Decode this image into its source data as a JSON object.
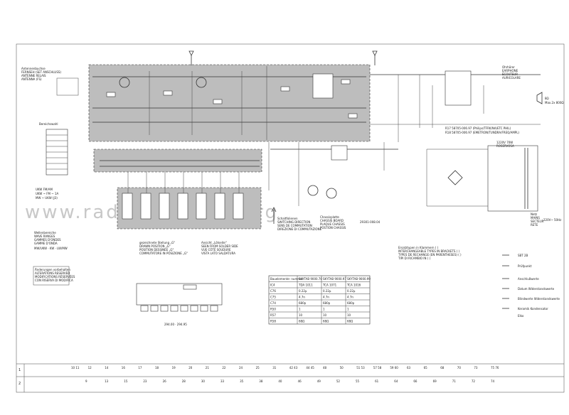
{
  "watermark": "www.radiomuseum.org",
  "labels": {
    "antenna_block": [
      "Antennenbuchse",
      "FERNSEH (SET ANSCHLUSS)",
      "ANTENNE RELAIS",
      "ANTENNA (FS)"
    ],
    "band_switch_title": "Bereichswahl",
    "band_switch_values": [
      "UKW FM/AM",
      "UKW ~ FM ~ 1A",
      "MW ~ UKW (J3)"
    ],
    "range_selector": [
      "Wellenbereiche",
      "WAVE RANGES",
      "GAMMES D'ONDES",
      "GAMME D'ONDA",
      "MW/UKW · KW · LW/MW"
    ],
    "press_state": [
      "gezeichnete Stellung „G\"",
      "DRAWN POSITION „G\"",
      "POSITION DESSINÉE „G\"",
      "COMMUTATORE IN POSIZIONE „G\""
    ],
    "pushbutton_view": [
      "Ansicht „Lötseite\"",
      "SEEN FROM SOLDER SIDE",
      "VUE CÔTÉ SOUDURE",
      "VISTA LATO SALDATURA"
    ],
    "switch_key": [
      "Schaltfolienen",
      "SWITCHING DIRECTION",
      "SENS DE COMMUTATION",
      "DIREZIONE DI COMMUTAZIONE"
    ],
    "printed_board": [
      "Chassisplatte",
      "CHASSIS BOARD",
      "PLAQUE CHASSIS",
      "POSTION CHASSIS"
    ],
    "board_code": "29301-008.04",
    "speaker": [
      "Ohrhörer",
      "EARPHONE",
      "ÉCOUTEUR",
      "AURICOLARE"
    ],
    "speaker_value": "8Ω",
    "loudspeaker": "Max.2x 800Ω",
    "pack_note": [
      "R17  58705-006.97 (Philips/TFRK/NA/ETC PHIL)",
      "R18  58705-006.97 (EMETRON/TUNDRA/FREQ/AMPL)"
    ],
    "power_block": [
      "Netz",
      "MAINS",
      "SECTEUR",
      "RETE"
    ],
    "power_value": "220V~ 50Hz",
    "transformer_top": [
      "1220V 70W",
      "ROSERVOSA"
    ],
    "replacement_note": [
      "Ersatztypen in Klammern ( )",
      "INTERCHANGEABLE TYPES IN BRACKETS ( )",
      "TYPES DE RECHANGE (EN PARENTHESES) ( )",
      "TIPI DI RICAMBIO IN ( )"
    ],
    "revision_box": [
      "Änderungen vorbehalten",
      "ALTERATIONS RESERVED",
      "MODIFICATIONS RÉSERVÉES",
      "CON RISERVA DI MODIFICA"
    ],
    "bottom_connector_code": "294.00 · 294.95",
    "legend_title": "SBT 2B",
    "legend_items": [
      "Prüfpunkt",
      "Anschlußwerte",
      "Datum Widerstandswerte",
      "Blindwerte Widerstandswerte",
      "Keramik Kondensator"
    ],
    "legend_rc": "Elko"
  },
  "component_table": {
    "headers": [
      "Bauelemente-\nnummer",
      "SKYTAB 9000.70",
      "SKYTAB 9000.97",
      "SKYTAB 9000.99"
    ],
    "rows": [
      [
        "IC4",
        "TDA 1011",
        "TCA 1071",
        "TCA 1016"
      ],
      [
        "C76",
        "0.22μ",
        "0.22μ",
        "0.22μ"
      ],
      [
        "C75",
        "4.7n",
        "4.7n",
        "4.7n"
      ],
      [
        "C74",
        "680p",
        "680p",
        "680p"
      ],
      [
        "R50",
        "1",
        "1",
        "1"
      ],
      [
        "R57",
        "10",
        "10",
        "10"
      ],
      [
        "R58",
        "68Ω",
        "68Ω",
        "68Ω"
      ]
    ]
  },
  "ruler": {
    "rows": [
      "1",
      "2"
    ],
    "top_numbers": [
      "10 11",
      "12",
      "14",
      "16",
      "17",
      "18",
      "19",
      "20",
      "21",
      "22",
      "24",
      "25",
      "31",
      "42 43",
      "44 45",
      "48",
      "50",
      "51 53",
      "57 58",
      "59 60",
      "63",
      "65",
      "68",
      "70",
      "73",
      "75 76"
    ],
    "bottom_numbers": [
      "9",
      "13",
      "15",
      "23",
      "26",
      "28",
      "30",
      "33",
      "35",
      "38",
      "40",
      "46",
      "49",
      "52",
      "55",
      "61",
      "64",
      "66",
      "69",
      "71",
      "72",
      "74"
    ]
  }
}
